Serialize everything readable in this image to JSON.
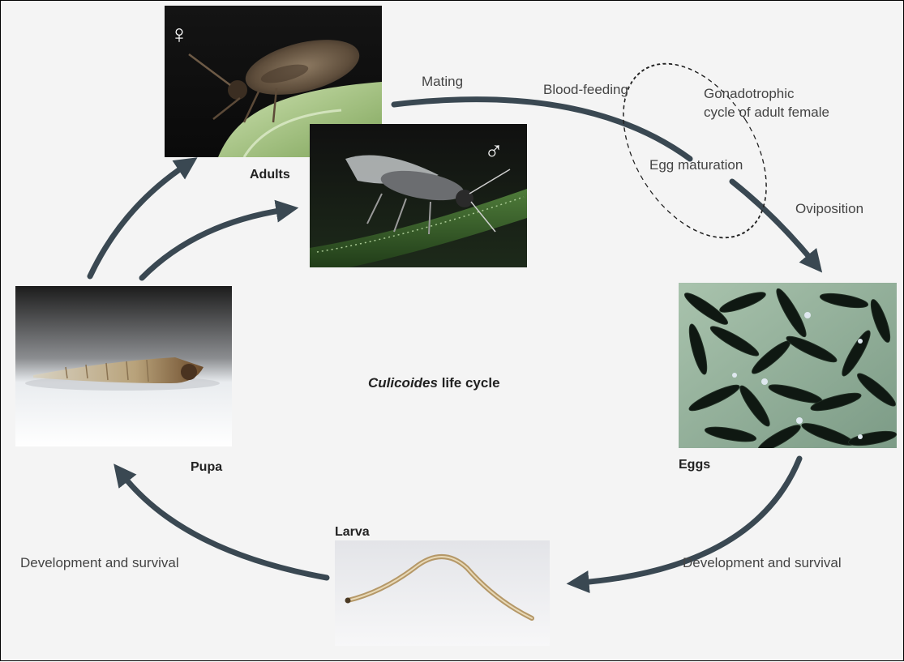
{
  "diagram": {
    "title_italic": "Culicoides",
    "title_rest": " life cycle",
    "stages": {
      "adults": "Adults",
      "pupa": "Pupa",
      "eggs": "Eggs",
      "larva": "Larva"
    },
    "symbols": {
      "female": "♀",
      "male": "♂"
    },
    "annotations": {
      "mating": "Mating",
      "blood_feeding": "Blood-feeding",
      "gonotrophic_line1": "Gonadotrophic",
      "gonotrophic_line2": "cycle of adult female",
      "egg_maturation": "Egg maturation",
      "oviposition": "Oviposition",
      "development_right": "Development and survival",
      "development_left": "Development and survival"
    },
    "colors": {
      "arrow": "#3a4852",
      "background": "#f4f4f4"
    }
  }
}
